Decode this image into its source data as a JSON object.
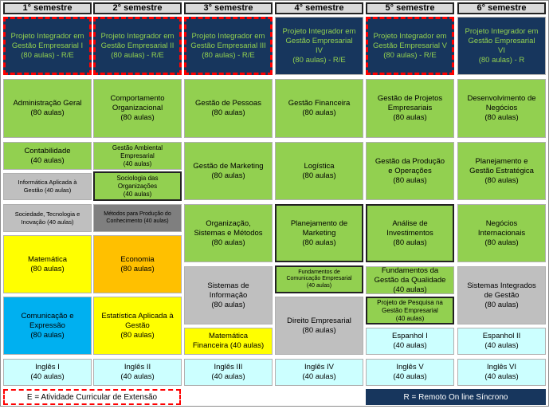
{
  "headers": [
    "1° semestre",
    "2° semestre",
    "3° semestre",
    "4° semestre",
    "5° semestre",
    "6° semestre"
  ],
  "cells": {
    "pi1": [
      "Projeto Integrador em",
      "Gestão Empresarial I",
      "(80 aulas) - R/E"
    ],
    "pi2": [
      "Projeto Integrador em",
      "Gestão Empresarial II",
      "(80 aulas) - R/E"
    ],
    "pi3": [
      "Projeto Integrador em",
      "Gestão Empresarial III",
      "(80 aulas) - R/E"
    ],
    "pi4": [
      "Projeto Integrador em",
      "Gestão Empresarial",
      "IV",
      "(80 aulas) - R/E"
    ],
    "pi5": [
      "Projeto Integrador em",
      "Gestão Empresarial V",
      "(80 aulas) - R/E"
    ],
    "pi6": [
      "Projeto Integrador em",
      "Gestão Empresarial",
      "VI",
      "(80 aulas) - R"
    ],
    "adm": [
      "Administração Geral",
      "(80 aulas)"
    ],
    "cont": [
      "Contabilidade",
      "(40 aulas)"
    ],
    "info": [
      "Informática Aplicada à",
      "Gestão (40 aulas)"
    ],
    "soc": [
      "Sociedade, Tecnologia e",
      "Inovação (40 aulas)"
    ],
    "mat": [
      "Matemática",
      "(80 aulas)"
    ],
    "com": [
      "Comunicação e",
      "Expressão",
      "(80 aulas)"
    ],
    "ing1": [
      "Inglês I",
      "(40 aulas)"
    ],
    "comp": [
      "Comportamento",
      "Organizacional",
      "(80 aulas)"
    ],
    "amb": [
      "Gestão Ambiental",
      "Empresarial",
      "(40 aulas)"
    ],
    "socorg": [
      "Sociologia das",
      "Organizações",
      "(40 aulas)"
    ],
    "met": [
      "Métodos para Produção do",
      "Conhecimento (40 aulas)"
    ],
    "eco": [
      "Economia",
      "(80 aulas)"
    ],
    "est": [
      "Estatística Aplicada à",
      "Gestão",
      "(80 aulas)"
    ],
    "ing2": [
      "Inglês II",
      "(40 aulas)"
    ],
    "pes": [
      "Gestão de Pessoas",
      "(80 aulas)"
    ],
    "mkt": [
      "Gestão de Marketing",
      "(80 aulas)"
    ],
    "org": [
      "Organização,",
      "Sistemas e Métodos",
      "(80 aulas)"
    ],
    "sis": [
      "Sistemas de",
      "Informação",
      "(80 aulas)"
    ],
    "matf": [
      "Matemática",
      "Financeira (40 aulas)"
    ],
    "ing3": [
      "Inglês III",
      "(40 aulas)"
    ],
    "fin": [
      "Gestão Financeira",
      "(80 aulas)"
    ],
    "log": [
      "Logística",
      "(80 aulas)"
    ],
    "plm": [
      "Planejamento de",
      "Marketing",
      "(80 aulas)"
    ],
    "fce": [
      "Fundamentos de",
      "Comunicação Empresarial",
      "(40 aulas)"
    ],
    "dir": [
      "Direito Empresarial",
      "(80 aulas)"
    ],
    "ing4": [
      "Inglês IV",
      "(40 aulas)"
    ],
    "proj": [
      "Gestão de Projetos",
      "Empresariais",
      "(80 aulas)"
    ],
    "prod": [
      "Gestão da Produção",
      "e Operações",
      "(80 aulas)"
    ],
    "inv": [
      "Análise de",
      "Investimentos",
      "(80 aulas)"
    ],
    "qual": [
      "Fundamentos da",
      "Gestão da Qualidade",
      "(40 aulas)"
    ],
    "pesq": [
      "Projeto de Pesquisa na",
      "Gestão Empresarial",
      "(40 aulas)"
    ],
    "esp1": [
      "Espanhol I",
      "(40 aulas)"
    ],
    "ing5": [
      "Inglês V",
      "(40 aulas)"
    ],
    "dnv": [
      "Desenvolvimento de",
      "Negócios",
      "(80 aulas)"
    ],
    "pe": [
      "Planejamento e",
      "Gestão Estratégica",
      "(80 aulas)"
    ],
    "ni": [
      "Negócios",
      "Internacionais",
      "(80 aulas)"
    ],
    "sig": [
      "Sistemas Integrados",
      "de Gestão",
      "(80 aulas)"
    ],
    "esp2": [
      "Espanhol II",
      "(40 aulas)"
    ],
    "ing6": [
      "Inglês VI",
      "(40 aulas)"
    ]
  },
  "legend": {
    "extension": "E = Atividade Curricular de Extensão",
    "remote": "R = Remoto On line Síncrono"
  },
  "colors": {
    "navy": "#17365d",
    "green": "#92d050",
    "yellow": "#ffff00",
    "orange": "#ffc000",
    "blue": "#00b0f0",
    "grey": "#bfbfbf",
    "dark_grey": "#7f7f7f",
    "cyan": "#ccffff",
    "dash_red": "#ff0000"
  }
}
